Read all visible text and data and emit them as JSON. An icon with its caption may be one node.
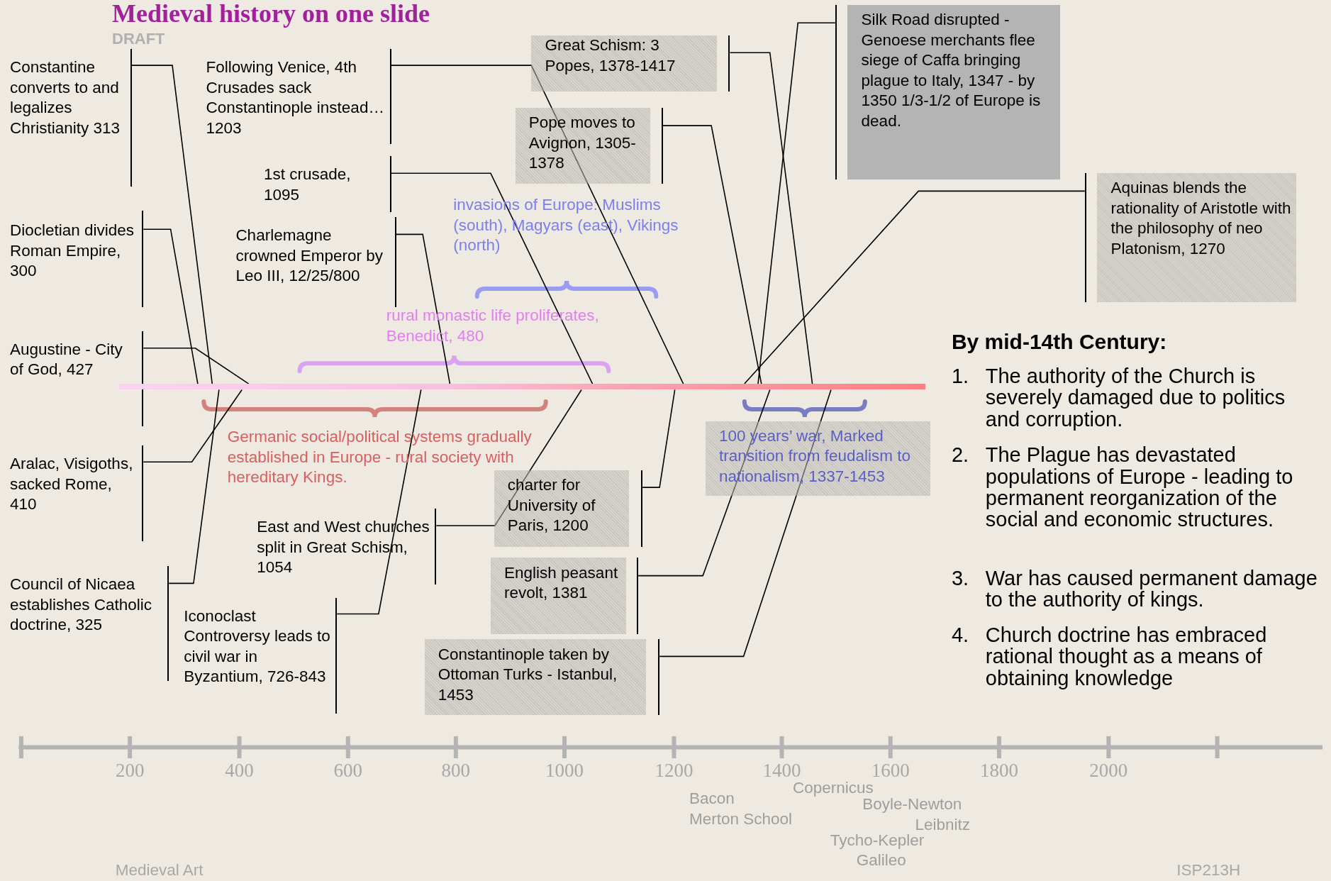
{
  "diagram": {
    "title": "Medieval history on one slide",
    "nodes": [
      {
        "text": [
          "Constantine converts to and legalizes Christianity 313"
        ]
      },
      {
        "text": [
          "Following Venice, 4th Crusades sack Constantinople instead…1203"
        ]
      },
      {
        "text": [
          "Great Schism: 3 Popes, 1378-1417"
        ]
      },
      {
        "text": [
          "Silk Road disrupted - Genoese merchants flee siege of Caffa bringing plague to Italy, 1347 - by 1350 1/3-1/2 of Europe is dead."
        ]
      },
      {
        "text": [
          "Pope moves to Avignon, 1305-1378"
        ]
      },
      {
        "text": [
          "1st crusade, 1095"
        ]
      },
      {
        "text": [
          "Aquinas blends the rationality of Aristotle with the philosophy of neo Platonism, 1270"
        ]
      },
      {
        "text": [
          "Diocletian divides Roman Empire, 300"
        ]
      },
      {
        "text": [
          "Charlemagne crowned Emperor by Leo III, 12/25/800"
        ]
      },
      {
        "text": [
          "Augustine - City of God, 427"
        ]
      },
      {
        "text": [
          "Aralac, Visigoths, sacked Rome, 410"
        ]
      },
      {
        "text": [
          "charter for University of Paris, 1200"
        ]
      },
      {
        "text": [
          "East and West churches split in Great Schism, 1054"
        ]
      },
      {
        "text": [
          "English peasant revolt, 1381"
        ]
      },
      {
        "text": [
          "Council of Nicaea establishes Catholic doctrine, 325"
        ]
      },
      {
        "text": [
          "Iconoclast Controversy leads to civil war in Byzantium, 726-843"
        ]
      },
      {
        "text": [
          "Constantinople taken by Ottoman Turks - Istanbul, 1453"
        ]
      },
      {
        "text": [
          "100 years’ war, Marked transition from feudalism to nationalism, 1337-1453"
        ]
      },
      {
        "text": [],
        "shape": "bar"
      }
    ],
    "edges": [
      {
        "from": 0,
        "to": 18,
        "arrow": "none"
      },
      {
        "from": 1,
        "to": 18,
        "arrow": "none"
      },
      {
        "from": 2,
        "to": 18,
        "arrow": "none"
      },
      {
        "from": 3,
        "to": 18,
        "arrow": "none"
      },
      {
        "from": 4,
        "to": 18,
        "arrow": "none"
      },
      {
        "from": 5,
        "to": 18,
        "arrow": "none"
      },
      {
        "from": 6,
        "to": 18,
        "arrow": "none"
      },
      {
        "from": 7,
        "to": 18,
        "arrow": "none"
      },
      {
        "from": 8,
        "to": 18,
        "arrow": "none"
      },
      {
        "from": 9,
        "to": 18,
        "arrow": "none"
      },
      {
        "from": 10,
        "to": 18,
        "arrow": "none"
      },
      {
        "from": 11,
        "to": 18,
        "arrow": "none"
      },
      {
        "from": 12,
        "to": 18,
        "arrow": "none"
      },
      {
        "from": 13,
        "to": 18,
        "arrow": "none"
      },
      {
        "from": 14,
        "to": 18,
        "arrow": "none"
      },
      {
        "from": 15,
        "to": 18,
        "arrow": "none"
      },
      {
        "from": 16,
        "to": 18,
        "arrow": "none"
      }
    ],
    "labels": [
      "DRAFT",
      "invasions of Europe: Muslims (south), Magyars (east), Vikings (north)",
      "rural monastic life proliferates, Benedict, 480",
      "Germanic social/political systems gradually established in Europe - rural society with hereditary Kings.",
      "By mid-14th Century:",
      "1.",
      "The authority of the Church is severely damaged due to politics and corruption.",
      "2.",
      "The Plague has devastated populations of Europe - leading to permanent reorganization of the social and economic structures.",
      "3.",
      "War has caused permanent damage to the authority of kings.",
      "4.",
      "Church doctrine has embraced rational thought as a means of obtaining knowledge",
      "200",
      "400",
      "600",
      "800",
      "1000",
      "1200",
      "1400",
      "1600",
      "1800",
      "2000",
      "Copernicus",
      "Bacon",
      "Boyle-Newton",
      "Merton School",
      "Leibnitz",
      "Tycho-Kepler",
      "Galileo",
      "Medieval Art",
      "ISP213H"
    ]
  }
}
